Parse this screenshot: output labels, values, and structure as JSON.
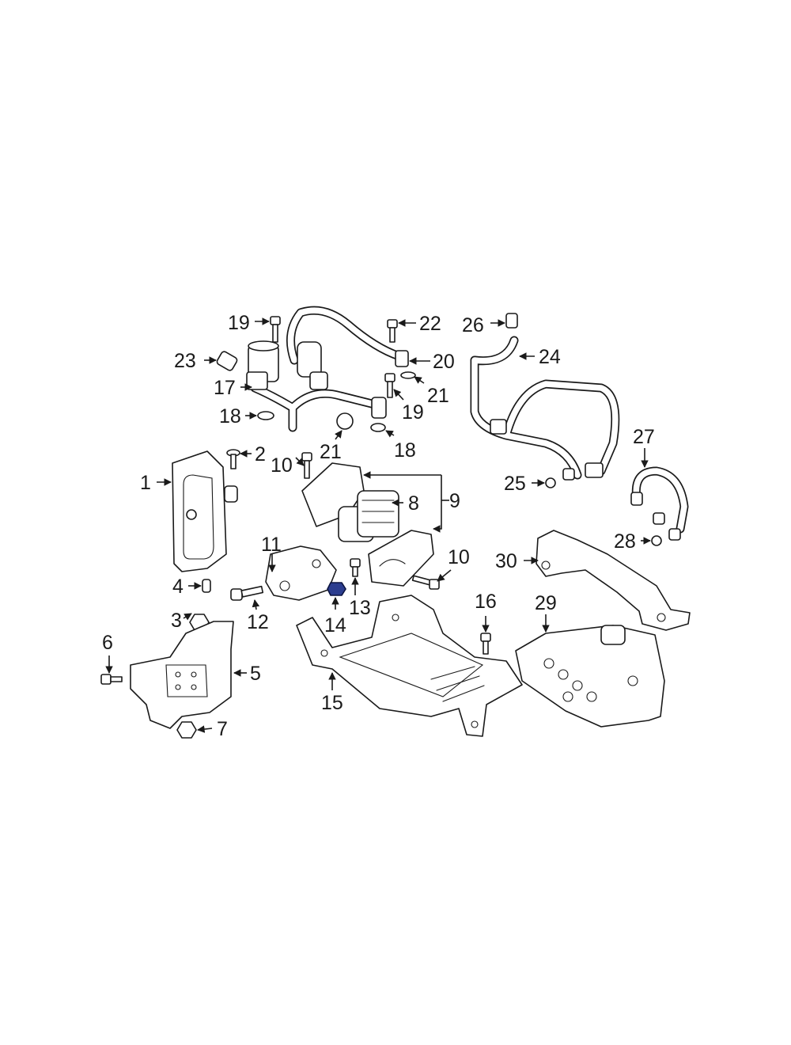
{
  "callouts": {
    "c1": "1",
    "c2": "2",
    "c3": "3",
    "c4": "4",
    "c5": "5",
    "c6": "6",
    "c7": "7",
    "c8": "8",
    "c9": "9",
    "c10a": "10",
    "c10b": "10",
    "c11": "11",
    "c12": "12",
    "c13": "13",
    "c14": "14",
    "c15": "15",
    "c16": "16",
    "c17": "17",
    "c18a": "18",
    "c18b": "18",
    "c19a": "19",
    "c19b": "19",
    "c20": "20",
    "c21a": "21",
    "c21b": "21",
    "c22": "22",
    "c23": "23",
    "c24": "24",
    "c25": "25",
    "c26": "26",
    "c27": "27",
    "c28": "28",
    "c29": "29",
    "c30": "30"
  },
  "highlight": {
    "part": "14",
    "color": "#2c3d8f"
  }
}
